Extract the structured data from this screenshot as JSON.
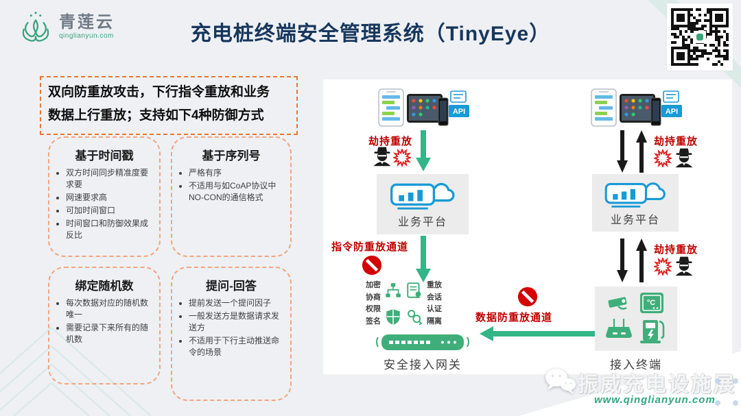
{
  "header": {
    "logo_text": "青莲云",
    "logo_domain": "qinglianyun.com",
    "title": "充电桩终端安全管理系统（TinyEye）"
  },
  "intro": {
    "line1": "双向防重放攻击，下行指令重放和业务",
    "line2": "数据上行重放；支持如下4种防御方式"
  },
  "cards": [
    {
      "title": "基于时间戳",
      "bullets": [
        "双方时间同步精准度要求要",
        "网速要求高",
        "可加时间窗口",
        "时间窗口和防御效果成反比"
      ]
    },
    {
      "title": "基于序列号",
      "bullets": [
        "严格有序",
        "不适用与如CoAP协议中NO-CON的通信格式"
      ]
    },
    {
      "title": "绑定随机数",
      "bullets": [
        "每次数据对应的随机数唯一",
        "需要记录下来所有的随机数"
      ]
    },
    {
      "title": "提问-回答",
      "bullets": [
        "提前发送一个提问因子",
        "一般发送方是数据请求发送方",
        "不适用于下行主动推送命令的场景"
      ]
    }
  ],
  "diagram": {
    "api_label": "API",
    "hijack_replay": "劫持重放",
    "platform": "业务平台",
    "command_channel": "指令防重放通道",
    "data_channel": "数据防重放通道",
    "gateway": "安全接入网关",
    "terminal": "接入终端",
    "thermo_label": "°C",
    "features_left": [
      "加密",
      "协商",
      "权限",
      "签名"
    ],
    "features_right": [
      "重放",
      "会话",
      "认证",
      "隔离"
    ]
  },
  "footer": {
    "watermark": "振威充电设施展",
    "website": "www.qinglianyun.com"
  },
  "colors": {
    "background": "#eef0f4",
    "title_navy": "#17375d",
    "accent_orange": "#e8772e",
    "card_dash_orange": "#f2a47c",
    "alert_red": "#c00000",
    "flow_green": "#33b588",
    "icon_blue": "#189ad6",
    "icon_green": "#3fae7a",
    "logo_green": "#3aa37a"
  }
}
